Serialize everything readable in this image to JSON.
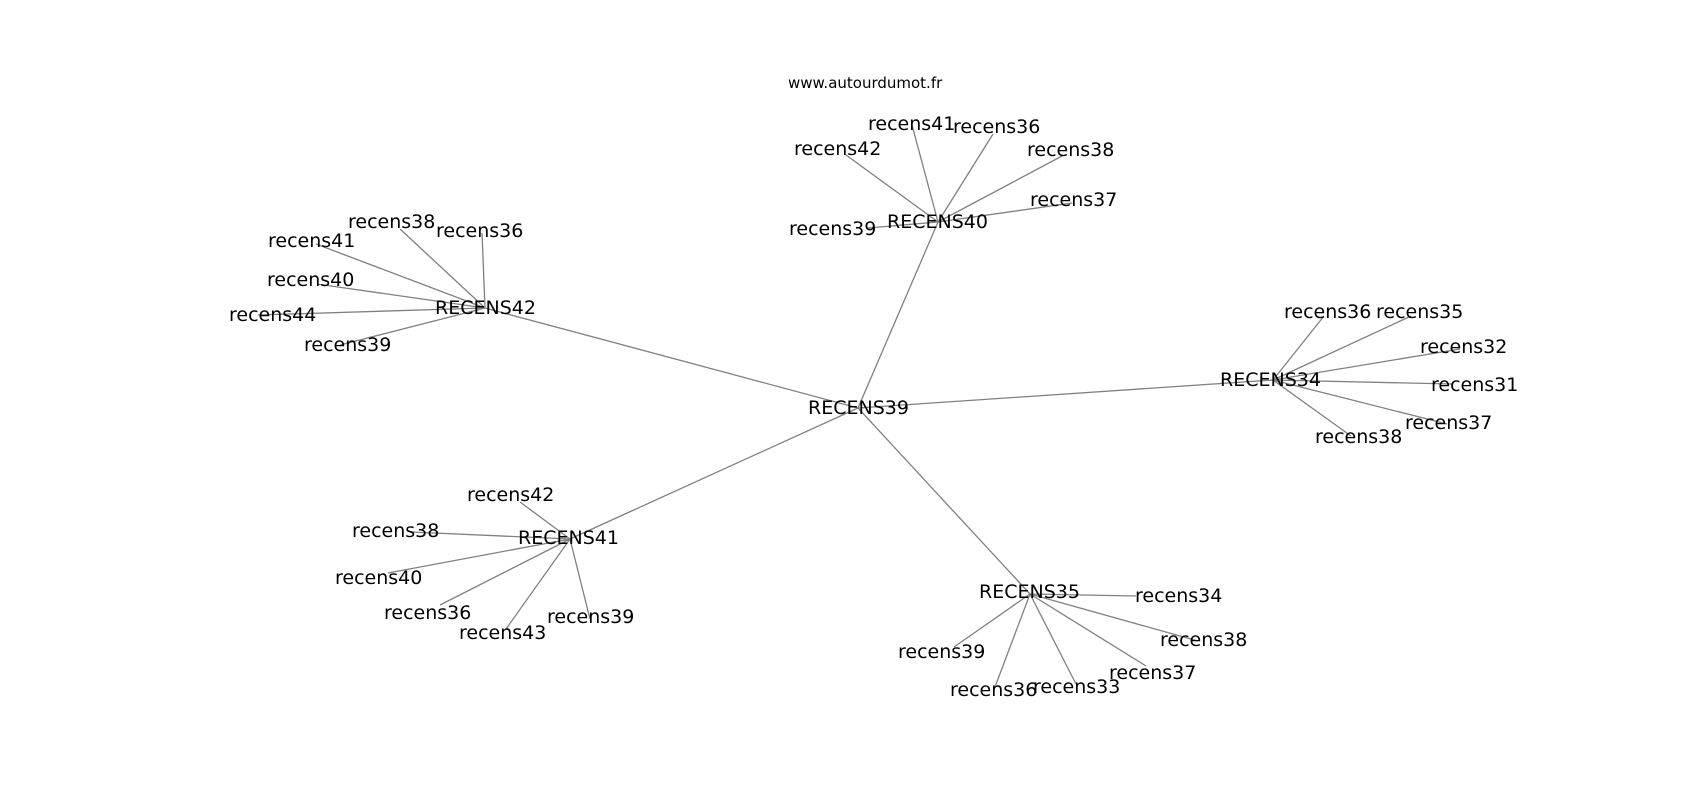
{
  "watermark": "www.autourdumot.fr",
  "edge_color": "#808080",
  "text_color": "#000000",
  "background": "#ffffff",
  "center": {
    "label": "RECENS39"
  },
  "hubs": [
    {
      "key": "h40",
      "label": "RECENS40",
      "leaves": [
        "recens41",
        "recens36",
        "recens42",
        "recens38",
        "recens37",
        "recens39"
      ]
    },
    {
      "key": "h42",
      "label": "RECENS42",
      "leaves": [
        "recens38",
        "recens36",
        "recens41",
        "recens40",
        "recens44",
        "recens39"
      ]
    },
    {
      "key": "h34",
      "label": "RECENS34",
      "leaves": [
        "recens36",
        "recens35",
        "recens32",
        "recens31",
        "recens37",
        "recens38"
      ]
    },
    {
      "key": "h41",
      "label": "RECENS41",
      "leaves": [
        "recens42",
        "recens38",
        "recens40",
        "recens36",
        "recens43",
        "recens39"
      ]
    },
    {
      "key": "h35",
      "label": "RECENS35",
      "leaves": [
        "recens34",
        "recens38",
        "recens37",
        "recens39",
        "recens36",
        "recens33"
      ]
    }
  ]
}
